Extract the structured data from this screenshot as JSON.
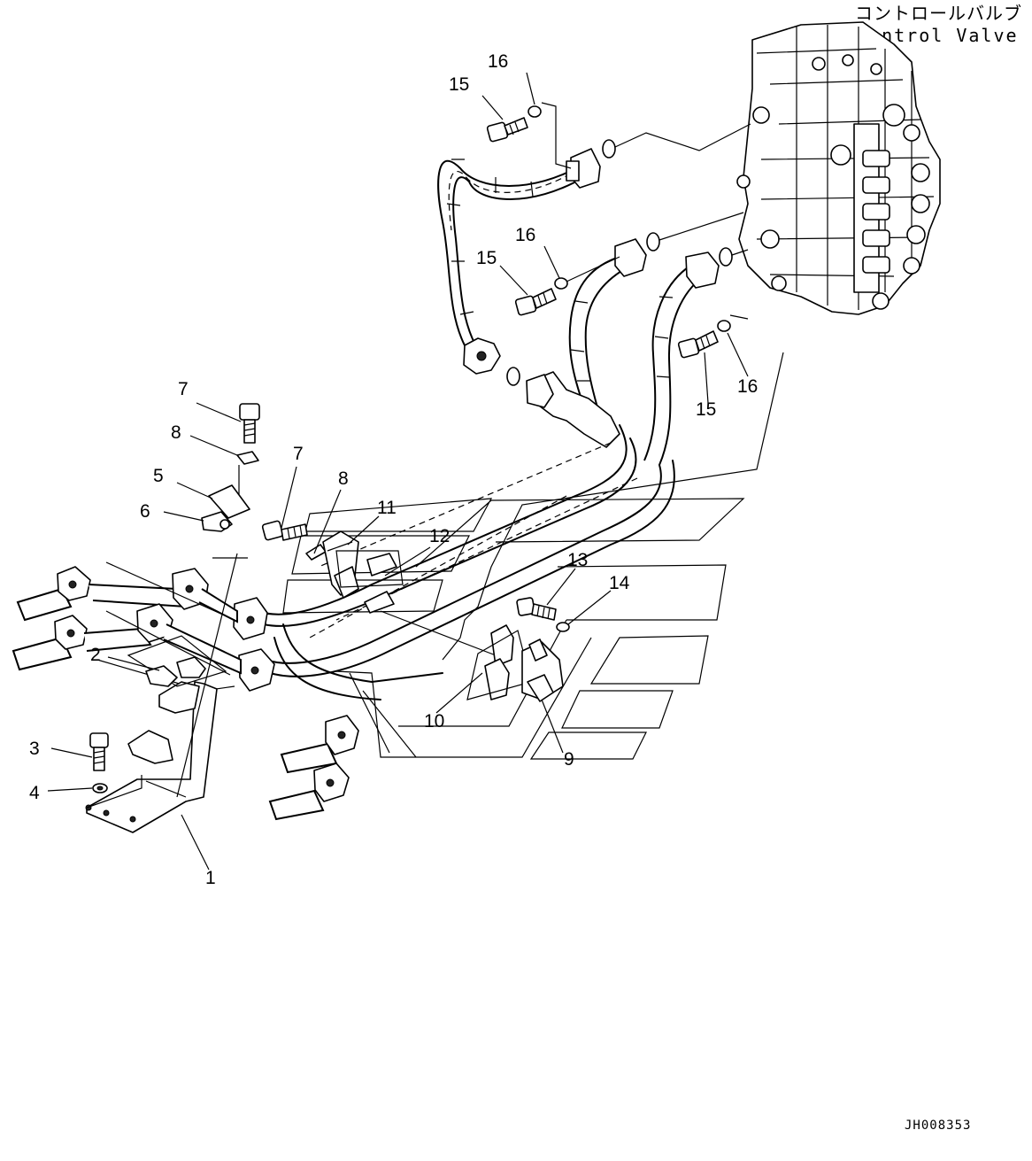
{
  "diagram": {
    "title_jp": "コントロールバルブ",
    "title_en": "Control Valve",
    "drawing_code": "JH008353",
    "callouts": [
      {
        "id": "c1",
        "text": "1"
      },
      {
        "id": "c2",
        "text": "2"
      },
      {
        "id": "c3",
        "text": "3"
      },
      {
        "id": "c4",
        "text": "4"
      },
      {
        "id": "c5",
        "text": "5"
      },
      {
        "id": "c6",
        "text": "6"
      },
      {
        "id": "c7a",
        "text": "7"
      },
      {
        "id": "c7b",
        "text": "7"
      },
      {
        "id": "c8a",
        "text": "8"
      },
      {
        "id": "c8b",
        "text": "8"
      },
      {
        "id": "c9",
        "text": "9"
      },
      {
        "id": "c10",
        "text": "10"
      },
      {
        "id": "c11",
        "text": "11"
      },
      {
        "id": "c12",
        "text": "12"
      },
      {
        "id": "c13",
        "text": "13"
      },
      {
        "id": "c14",
        "text": "14"
      },
      {
        "id": "c15a",
        "text": "15"
      },
      {
        "id": "c15b",
        "text": "15"
      },
      {
        "id": "c15c",
        "text": "15"
      },
      {
        "id": "c16a",
        "text": "16"
      },
      {
        "id": "c16b",
        "text": "16"
      },
      {
        "id": "c16c",
        "text": "16"
      }
    ]
  }
}
